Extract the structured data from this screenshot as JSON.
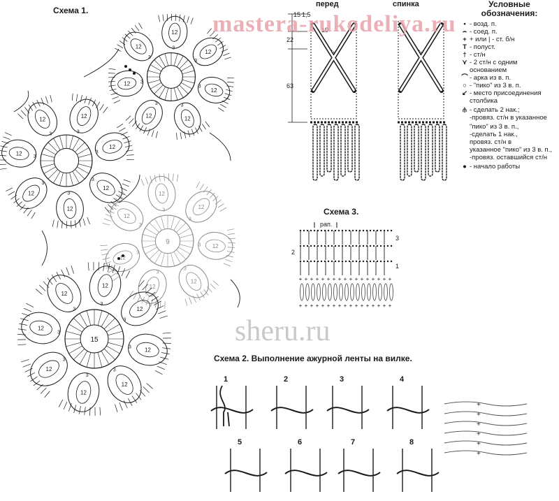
{
  "watermarks": {
    "top": "mastera-rukodeliya.ru",
    "middle": "sheru.ru"
  },
  "scheme1": {
    "title": "Схема 1."
  },
  "scheme2": {
    "title": "Схема 2. Выполнение ажурной ленты на вилке.",
    "steps": [
      "1",
      "2",
      "3",
      "4",
      "5",
      "6",
      "7",
      "8"
    ]
  },
  "scheme3": {
    "title": "Схема 3.",
    "rap": "рап.",
    "rows": [
      "3",
      "2",
      "1"
    ]
  },
  "garment": {
    "front_label": "перед",
    "back_label": "спинка",
    "dims": {
      "a": "15",
      "b": "1,5",
      "c": "22",
      "d": "19",
      "e": "63"
    }
  },
  "motif_numbers": {
    "petal": "12",
    "inner": "3",
    "center_big": "15",
    "center_mid": "9"
  },
  "legend": {
    "heading": "Условные обозначения:",
    "items": [
      {
        "sym": "•",
        "text": "- возд. п."
      },
      {
        "sym": "⌢",
        "text": "- соед. п."
      },
      {
        "sym": "+",
        "text": "+ или | - ст. б/н"
      },
      {
        "sym": "T",
        "text": "- полуст."
      },
      {
        "sym": "†",
        "text": "- ст/н"
      },
      {
        "sym": "⋎",
        "text": "- 2 ст/н с одним"
      },
      {
        "sym": "",
        "text": "основанием"
      },
      {
        "sym": "⌒",
        "text": "- арка из в. п."
      },
      {
        "sym": "○",
        "text": "- \"пико\" из 3 в. п."
      },
      {
        "sym": "↙",
        "text": "- место присоединения"
      },
      {
        "sym": "",
        "text": "столбика"
      },
      {
        "sym": "⫛",
        "text": "- сделать 2 нак.;"
      },
      {
        "sym": "",
        "text": "-провяз. ст/н в указанное"
      },
      {
        "sym": "",
        "text": "\"пико\" из 3 в. п.,"
      },
      {
        "sym": "",
        "text": "-сделать 1 нак.,"
      },
      {
        "sym": "",
        "text": "провяз. ст/н в"
      },
      {
        "sym": "",
        "text": "указанное \"пико\" из 3 в. п.,"
      },
      {
        "sym": "",
        "text": "-провяз. оставшийся ст/н"
      },
      {
        "sym": "●",
        "text": "- начало работы"
      }
    ]
  }
}
